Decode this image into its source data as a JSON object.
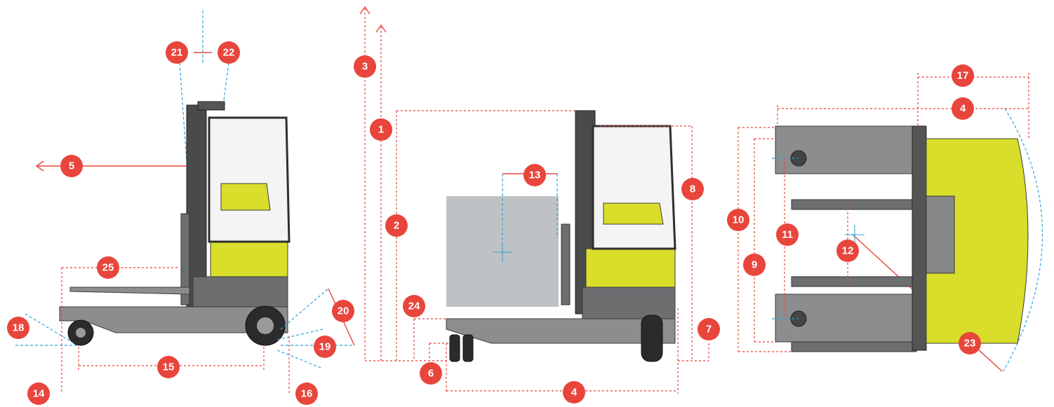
{
  "diagram": {
    "views": [
      "side-view",
      "front-view-with-load",
      "top-view"
    ],
    "callout_color": "#e8453c",
    "axis_color": "#2aa3d8",
    "truck_color": "#d8de2a",
    "callouts": [
      {
        "id": "1",
        "label": "1"
      },
      {
        "id": "2",
        "label": "2"
      },
      {
        "id": "3",
        "label": "3"
      },
      {
        "id": "4a",
        "label": "4"
      },
      {
        "id": "4b",
        "label": "4"
      },
      {
        "id": "5",
        "label": "5"
      },
      {
        "id": "6",
        "label": "6"
      },
      {
        "id": "7",
        "label": "7"
      },
      {
        "id": "8",
        "label": "8"
      },
      {
        "id": "9",
        "label": "9"
      },
      {
        "id": "10",
        "label": "10"
      },
      {
        "id": "11",
        "label": "11"
      },
      {
        "id": "12",
        "label": "12"
      },
      {
        "id": "13",
        "label": "13"
      },
      {
        "id": "14",
        "label": "14"
      },
      {
        "id": "15",
        "label": "15"
      },
      {
        "id": "16",
        "label": "16"
      },
      {
        "id": "17",
        "label": "17"
      },
      {
        "id": "18",
        "label": "18"
      },
      {
        "id": "19",
        "label": "19"
      },
      {
        "id": "20",
        "label": "20"
      },
      {
        "id": "21",
        "label": "21"
      },
      {
        "id": "22",
        "label": "22"
      },
      {
        "id": "23",
        "label": "23"
      },
      {
        "id": "24",
        "label": "24"
      },
      {
        "id": "25",
        "label": "25"
      }
    ]
  }
}
